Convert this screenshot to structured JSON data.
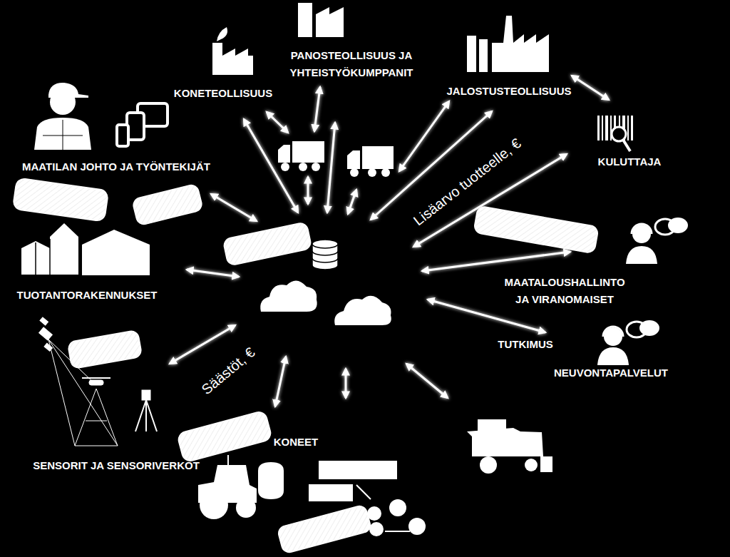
{
  "diagram": {
    "labels": [
      "PANOSTEOLLISUUS JA YHTEISTYÖKUMPPANIT",
      "KONETEOLLISUUS",
      "JALOSTUSTEOLLISUUS",
      "KULUTTAJA",
      "MAATILAN JOHTO JA TYÖNTEKIJÄT",
      "TUOTANTORAKENNUKSET",
      "MAATALOUSHALLINTO JA VIRANOMAISET",
      "TUTKIMUS",
      "NEUVONTAPALVELUT",
      "SENSORIT JA SENSORIVERKOT",
      "KONEET",
      "Lisäarvo tuotteelle, €",
      "Säästöt, €"
    ]
  }
}
